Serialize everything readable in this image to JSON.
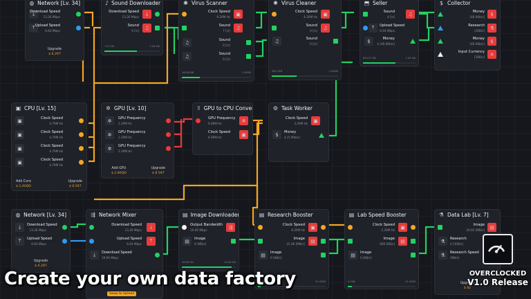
{
  "colors": {
    "background": "#15171c",
    "node": "#1f2229",
    "green": "#22d264",
    "blue": "#2d9bf0",
    "orange": "#f5a623",
    "red": "#e93b3b"
  },
  "nodes": {
    "network_top": {
      "title": "Network [Lv. 34]",
      "rows": [
        {
          "label": "Download Speed",
          "value": "13.26 Mbps"
        },
        {
          "label": "Upload Speed",
          "value": "6.64 Mbps"
        }
      ],
      "upgrade_label": "Upgrade",
      "upgrade_price": "$ 6.297"
    },
    "sound_downloader": {
      "title": "Sound Downloader",
      "rows": [
        {
          "label": "Download Speed",
          "value": "13.26 Mbps"
        },
        {
          "label": "Sound",
          "value": "0 [/s]"
        }
      ],
      "progress_left": "1.51 Mb",
      "progress_right": "2.56 Mb",
      "progress": 0.59
    },
    "virus_scanner": {
      "title": "Virus Scanner",
      "rows": [
        {
          "label": "Clock Speed",
          "value": "6.26M Hz"
        },
        {
          "label": "Sound",
          "value": "7 [/s]"
        },
        {
          "label": "Sound",
          "value": "0 [/s]"
        },
        {
          "label": "Sound",
          "value": "0 [/s]"
        }
      ],
      "progress_left": "260.85KB",
      "progress_right": "1.00MB",
      "progress": 0.26
    },
    "virus_cleaner": {
      "title": "Virus Cleaner",
      "rows": [
        {
          "label": "Clock Speed",
          "value": "6.26M Hz"
        },
        {
          "label": "Sound",
          "value": "0 [/s]"
        },
        {
          "label": "Sound",
          "value": "0 [/s]"
        }
      ],
      "progress_left": "384.7KB",
      "progress_right": "1.00MB",
      "progress": 0.38
    },
    "seller": {
      "title": "Seller",
      "rows": [
        {
          "label": "Sound",
          "value": "4 [/s]"
        },
        {
          "label": "Upload Speed",
          "value": "6.64 Mbps"
        },
        {
          "label": "Money",
          "value": "$ [46.90b/s]"
        }
      ],
      "progress_left": "620.07 KB",
      "progress_right": "1.00 Mb",
      "progress": 0.62
    },
    "collector": {
      "title": "Collector",
      "rows": [
        {
          "label": "Money",
          "value": "[46.90b/s]"
        },
        {
          "label": "Research",
          "value": "[30B/s]"
        },
        {
          "label": "Money",
          "value": "[46.90b/s]"
        },
        {
          "label": "Input Currency",
          "value": "[30B/s]"
        }
      ]
    },
    "cpu": {
      "title": "CPU [Lv. 15]",
      "rows": [
        {
          "label": "Clock Speed",
          "value": "4.79M Hz"
        },
        {
          "label": "Clock Speed",
          "value": "4.79M Hz"
        },
        {
          "label": "Clock Speed",
          "value": "4.79M Hz"
        },
        {
          "label": "Clock Speed",
          "value": "4.79M Hz"
        }
      ],
      "add_label": "Add Core",
      "add_price": "$ 1.40QD",
      "upgrade_label": "Upgrade",
      "upgrade_price": "$ 8.597"
    },
    "gpu": {
      "title": "GPU [Lv. 10]",
      "rows": [
        {
          "label": "GPU Frequency",
          "value": "2.29M Hz"
        },
        {
          "label": "GPU Frequency",
          "value": "2.29M Hz"
        },
        {
          "label": "GPU Frequency",
          "value": "2.29M Hz"
        }
      ],
      "add_label": "Add GPU",
      "add_price": "$ 2.80QD",
      "upgrade_label": "Upgrade",
      "upgrade_price": "$ 8.597"
    },
    "gpu_to_cpu": {
      "title": "GPU to CPU Converter",
      "rows": [
        {
          "label": "GPU Frequency",
          "value": "6.06M Hz"
        },
        {
          "label": "Clock Speed",
          "value": "6.06M Hz"
        }
      ]
    },
    "task_worker": {
      "title": "Task Worker",
      "rows": [
        {
          "label": "Clock Speed",
          "value": "3.29M Hz"
        },
        {
          "label": "Money",
          "value": "$ [5.99b/s]"
        }
      ]
    },
    "network_bottom": {
      "title": "Network [Lv. 34]",
      "rows": [
        {
          "label": "Download Speed",
          "value": "13.26 Mbps"
        },
        {
          "label": "Upload Speed",
          "value": "6.64 Mbps"
        }
      ],
      "upgrade_label": "Upgrade",
      "upgrade_price": "$ 6.297"
    },
    "network_mixer": {
      "title": "Network Mixer",
      "rows": [
        {
          "label": "Download Speed",
          "value": "13.26 Mbps"
        },
        {
          "label": "Upload Speed",
          "value": "6.64 Mbps"
        },
        {
          "label": "Download Speed",
          "value": "19.90 Mbps"
        }
      ],
      "swap_label": "Swap to Upload"
    },
    "image_downloader": {
      "title": "Image Downloader",
      "rows": [
        {
          "label": "Output Bandwidth",
          "value": "19.90 Mbps"
        },
        {
          "label": "Image",
          "value": "0 [MB/s]"
        }
      ],
      "progress_left": "18.89 Mb",
      "progress_right": "20.48 Mb",
      "progress": 0.92
    },
    "research_booster": {
      "title": "Research Booster",
      "rows": [
        {
          "label": "Clock Speed",
          "value": "6.26M Hz"
        },
        {
          "label": "Image",
          "value": "31.06 [MB/s]"
        },
        {
          "label": "Image",
          "value": "0 [KB/s]"
        }
      ],
      "progress_left": "0.00B",
      "progress_right": "10.00KB",
      "progress": 0.04
    },
    "lab_speed_booster": {
      "title": "Lab Speed Booster",
      "rows": [
        {
          "label": "Clock Speed",
          "value": "2.29M Hz"
        },
        {
          "label": "Image",
          "value": "600 [KB/s]"
        },
        {
          "label": "Image",
          "value": "0 [KB/s]"
        }
      ],
      "progress_left": "0.00B",
      "progress_right": "10.00KB",
      "progress": 0.06
    },
    "data_lab": {
      "title": "Data Lab [Lv. 7]",
      "rows": [
        {
          "label": "Image",
          "value": "20.02 [MB/s]"
        },
        {
          "label": "Research",
          "value": "0 [30B/s]"
        },
        {
          "label": "Research Speed",
          "value": "[MB/s]"
        }
      ],
      "upgrade_label": "Upgrade",
      "upgrade_price": "$ 82"
    }
  },
  "banner": {
    "text": "Create your own data factory"
  },
  "logo": {
    "line1": "OVERCLOCKED",
    "line2": "V1.0 Release"
  }
}
